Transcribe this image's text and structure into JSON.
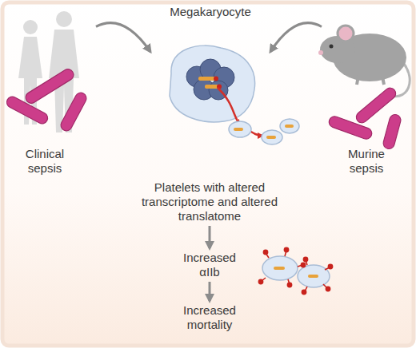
{
  "diagram": {
    "nodes": [
      {
        "text": [
          "Clinical sepsis"
        ]
      },
      {
        "text": [
          "Megakaryocyte"
        ]
      },
      {
        "text": [
          "Murine sepsis"
        ]
      },
      {
        "text": [
          "Platelets with altered transcriptome and altered translatome"
        ]
      },
      {
        "text": [
          "Increased αIIb"
        ]
      },
      {
        "text": [
          "Increased mortality"
        ]
      }
    ],
    "edges": [
      {
        "from": 0,
        "to": 1,
        "arrow": "to"
      },
      {
        "from": 2,
        "to": 1,
        "arrow": "to"
      },
      {
        "from": 3,
        "to": 4,
        "arrow": "to"
      },
      {
        "from": 4,
        "to": 5,
        "arrow": "to"
      }
    ]
  }
}
